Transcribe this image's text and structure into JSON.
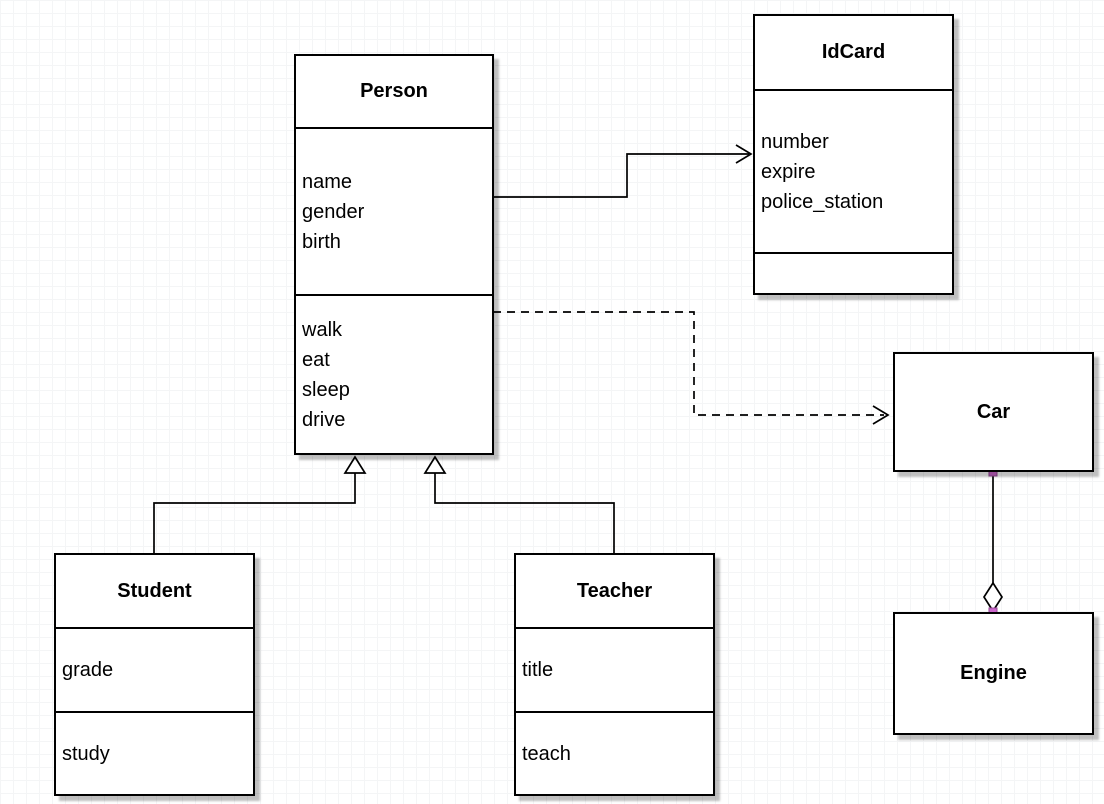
{
  "colors": {
    "edge": "#000000",
    "box-border": "#000000",
    "box-fill": "#ffffff",
    "endpoint-fill": "#cc66cc",
    "endpoint-stroke": "#994c99",
    "grid-minor": "#f4f5f6",
    "grid-major": "#e4e7ea"
  },
  "classes": {
    "person": {
      "title": "Person",
      "attributes": [
        "name",
        "gender",
        "birth"
      ],
      "methods": [
        "walk",
        "eat",
        "sleep",
        "drive"
      ]
    },
    "idcard": {
      "title": "IdCard",
      "attributes": [
        "number",
        "expire",
        "police_station"
      ],
      "methods": []
    },
    "car": {
      "title": "Car",
      "attributes": [],
      "methods": []
    },
    "engine": {
      "title": "Engine",
      "attributes": [],
      "methods": []
    },
    "student": {
      "title": "Student",
      "attributes": [
        "grade"
      ],
      "methods": [
        "study"
      ]
    },
    "teacher": {
      "title": "Teacher",
      "attributes": [
        "title"
      ],
      "methods": [
        "teach"
      ]
    }
  },
  "relations": [
    {
      "type": "association",
      "from": "Person",
      "to": "IdCard",
      "line": "solid",
      "marker": "open-arrow"
    },
    {
      "type": "dependency",
      "from": "Person",
      "to": "Car",
      "line": "dashed",
      "marker": "open-arrow"
    },
    {
      "type": "generalization",
      "from": "Student",
      "to": "Person",
      "line": "solid",
      "marker": "hollow-triangle"
    },
    {
      "type": "generalization",
      "from": "Teacher",
      "to": "Person",
      "line": "solid",
      "marker": "hollow-triangle"
    },
    {
      "type": "aggregation",
      "from": "Car",
      "to": "Engine",
      "line": "solid",
      "marker": "hollow-diamond",
      "diamond_at": "Engine"
    }
  ]
}
